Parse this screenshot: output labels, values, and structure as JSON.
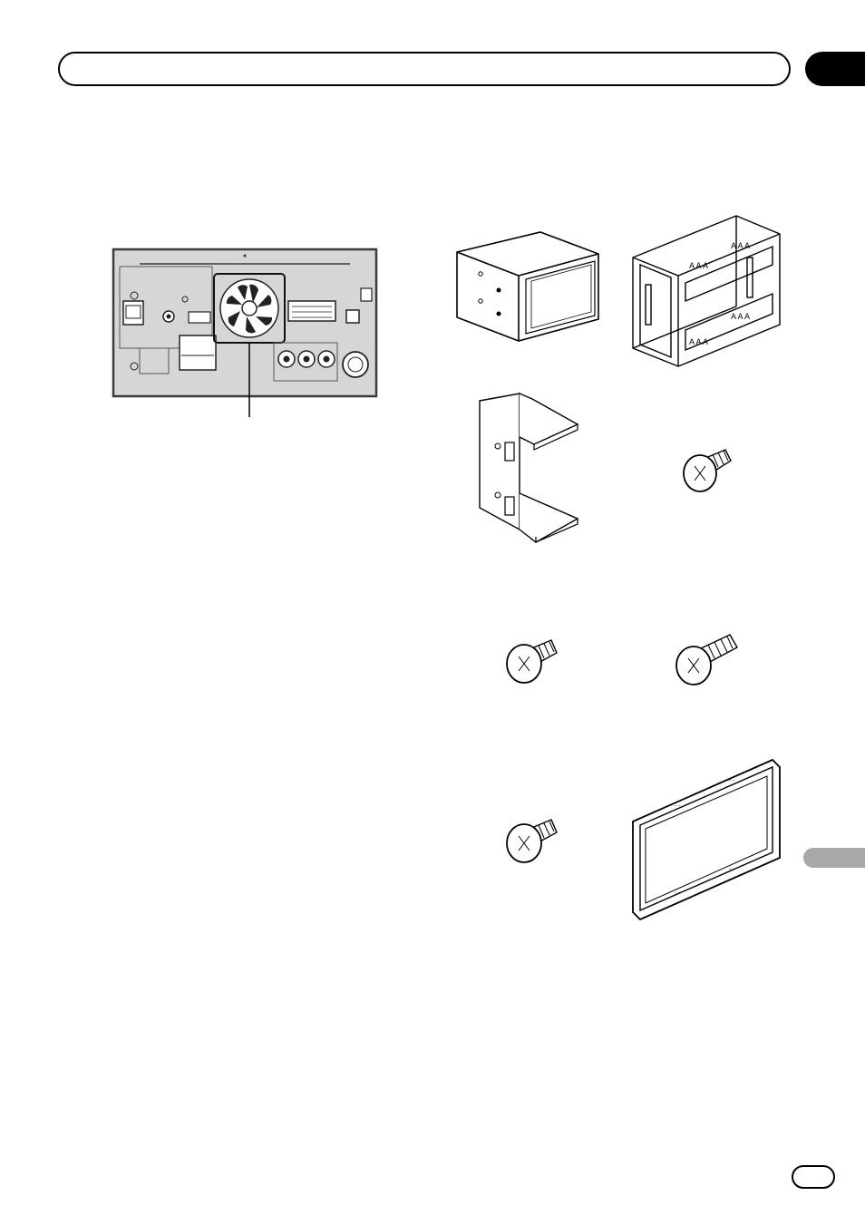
{
  "icons": {
    "rear_panel": "rear-panel-fan-illustration",
    "unit": "head-unit-chassis",
    "sleeve": "mounting-sleeve-cage",
    "bracket": "side-bracket",
    "screw": "screw-phillips"
  },
  "colors": {
    "ink": "#000000",
    "panel_fill": "#d6d6d6",
    "panel_dark": "#3a3a3a",
    "tab_grey": "#a8a8a8"
  }
}
